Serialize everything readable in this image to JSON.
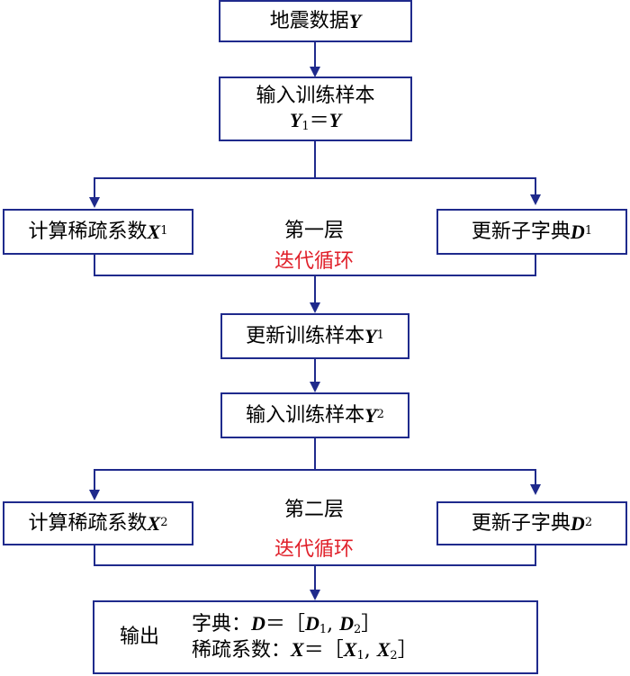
{
  "nodes": {
    "seismic": {
      "text": "地震数据",
      "var": "Y"
    },
    "input1": {
      "line1": "输入训练样本",
      "var": "Y",
      "sub": "1",
      "eq": "＝",
      "var2": "Y"
    },
    "calc1": {
      "text": "计算稀疏系数",
      "var": "X",
      "sub": "1"
    },
    "dict1": {
      "text": "更新子字典",
      "var": "D",
      "sub": "1"
    },
    "layer1": {
      "label": "第一层",
      "loop": "迭代循环"
    },
    "update1": {
      "text": "更新训练样本",
      "var": "Y",
      "sub": "1"
    },
    "input2": {
      "text": "输入训练样本",
      "var": "Y",
      "sub": "2"
    },
    "calc2": {
      "text": "计算稀疏系数",
      "var": "X",
      "sub": "2"
    },
    "dict2": {
      "text": "更新子字典",
      "var": "D",
      "sub": "2"
    },
    "layer2": {
      "label": "第二层",
      "loop": "迭代循环"
    },
    "output": {
      "title": "输出",
      "dict_label": "字典：",
      "dict_var": "D",
      "eq": "＝",
      "open": "［",
      "close": "］",
      "comma": ", ",
      "d1": "D",
      "d1_sub": "1",
      "d2": "D",
      "d2_sub": "2",
      "sparse_label": "稀疏系数：",
      "sparse_var": "X",
      "x1": "X",
      "x1_sub": "1",
      "x2": "X",
      "x2_sub": "2"
    }
  },
  "colors": {
    "line": "#1f2a8c",
    "loop_text": "#e0202a"
  }
}
